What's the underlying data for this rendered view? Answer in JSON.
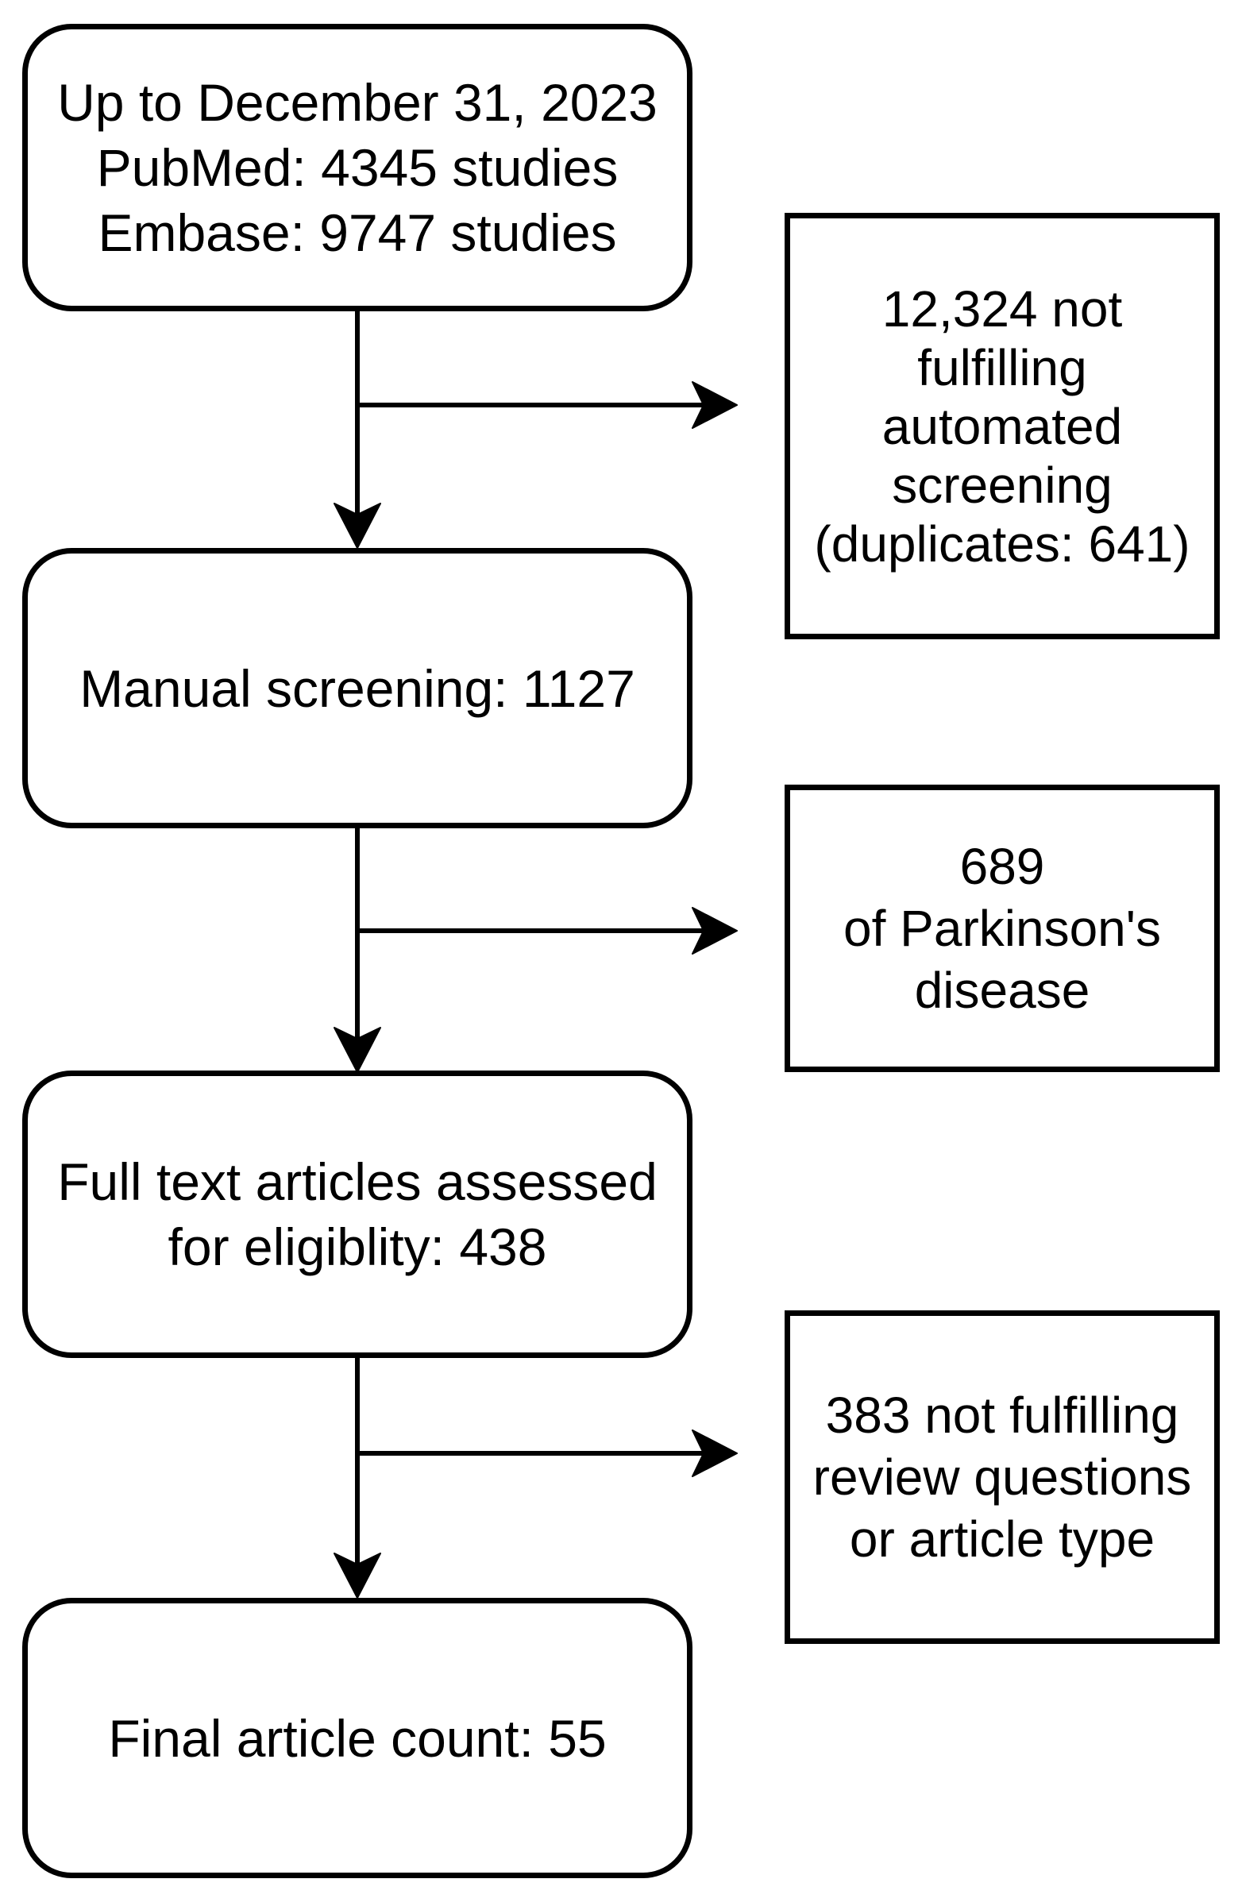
{
  "diagram": {
    "type": "flowchart",
    "description": "Study selection flow diagram",
    "colors": {
      "line": "#000000",
      "text": "#000000",
      "box_background": "#ffffff",
      "page_background": "#ffffff"
    },
    "flow_boxes": [
      {
        "name": "search-sources",
        "lines": [
          "Up to December 31, 2023",
          "PubMed: 4345 studies",
          "Embase: 9747 studies"
        ]
      },
      {
        "name": "manual-screening",
        "lines": [
          "Manual screening: 1127"
        ]
      },
      {
        "name": "full-text-assessment",
        "lines": [
          "Full text articles assessed",
          "for eligiblity: 438"
        ]
      },
      {
        "name": "final-count",
        "lines": [
          "Final article count: 55"
        ]
      }
    ],
    "exclusion_boxes": [
      {
        "name": "automated-screening-exclusions",
        "lines": [
          "12,324 not",
          "fulfilling",
          "automated",
          "screening",
          "(duplicates: 641)"
        ]
      },
      {
        "name": "parkinsons-exclusions",
        "lines": [
          "689",
          "of Parkinson's",
          "disease"
        ]
      },
      {
        "name": "review-question-exclusions",
        "lines": [
          "383 not fulfilling",
          "review questions",
          "or article type"
        ]
      }
    ]
  }
}
